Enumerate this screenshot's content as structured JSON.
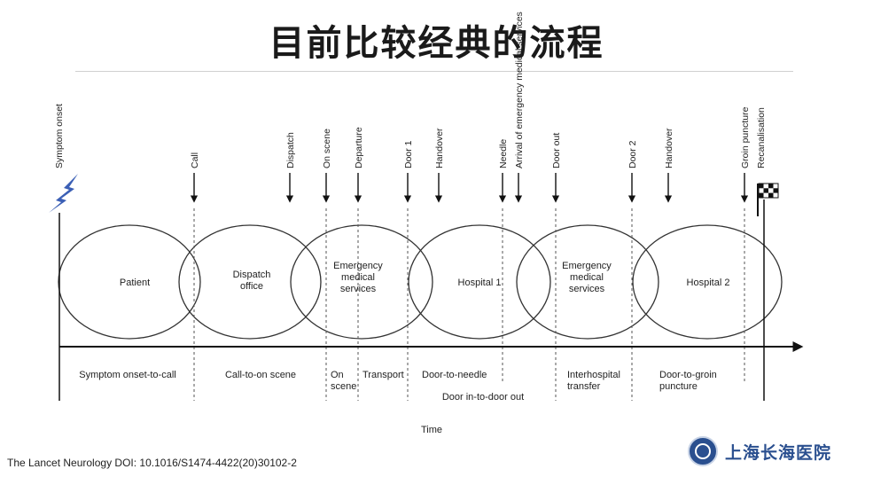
{
  "slide": {
    "title": "目前比较经典的流程",
    "citation": "The Lancet Neurology DOI: 10.1016/S1474-4422(20)30102-2",
    "logo_text": "上海长海医院"
  },
  "diagram": {
    "events": [
      "Symptom onset",
      "Call",
      "Dispatch",
      "On scene",
      "Departure",
      "Door 1",
      "Handover",
      "Needle",
      "Arrival of emergency medical services",
      "Door out",
      "Door 2",
      "Handover",
      "Groin puncture",
      "Recanalisation"
    ],
    "phases": [
      "Patient",
      "Dispatch office",
      "Emergency medical services",
      "Hospital 1",
      "Emergency medical services",
      "Hospital 2"
    ],
    "intervals": [
      "Symptom onset-to-call",
      "Call-to-on scene",
      "On scene",
      "Transport",
      "Door-to-needle",
      "Door in-to-door out",
      "Interhospital transfer",
      "Door-to-groin puncture"
    ],
    "axis_label": "Time",
    "accent_color": "#3b5fb5"
  }
}
